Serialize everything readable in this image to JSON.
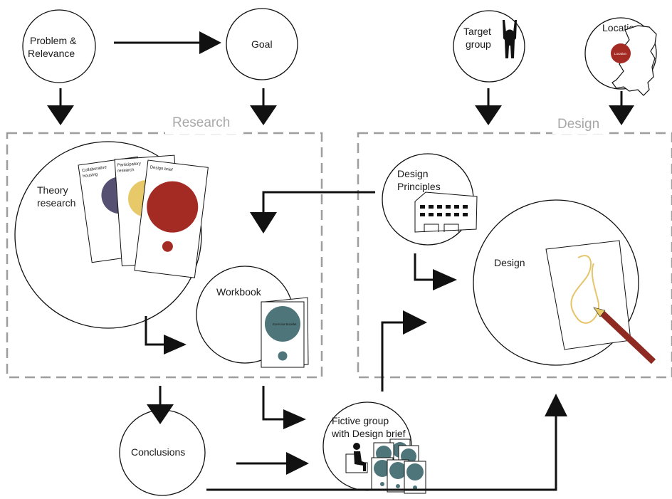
{
  "sections": {
    "research": "Research",
    "design": "Design"
  },
  "nodes": {
    "problem": [
      "Problem &",
      "Relevance"
    ],
    "goal": "Goal",
    "target_group": [
      "Target",
      "group"
    ],
    "location": "Location",
    "location_badge": "Location",
    "theory": [
      "Theory",
      "research"
    ],
    "workbook": "Workbook",
    "design_principles": [
      "Design",
      "Principles"
    ],
    "design": "Design",
    "conclusions": "Conclusions",
    "fictive": [
      "Fictive group",
      "with Design brief"
    ]
  },
  "cards": {
    "card1": [
      "Collaborative",
      "housing"
    ],
    "card2": [
      "Participatory",
      "research"
    ],
    "card3": "Design brief"
  },
  "booklet": "Exercise Booklet",
  "colors": {
    "purple": "#565072",
    "yellow": "#e8c96a",
    "red": "#a42a24",
    "teal": "#4e7579",
    "dash": "#9e9e9e",
    "pencil": "#8e2a22",
    "scribble": "#e6c56a"
  }
}
